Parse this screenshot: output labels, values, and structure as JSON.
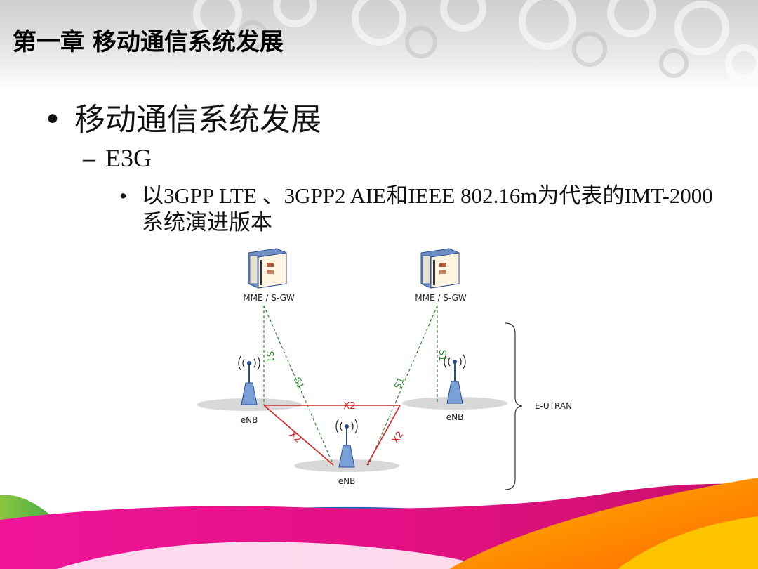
{
  "slide": {
    "title": "第一章 移动通信系统发展",
    "bullet1": "移动通信系统发展",
    "bullet1_marker": "•",
    "bullet2": "E3G",
    "bullet2_marker": "–",
    "bullet3_marker": "•",
    "bullet3": "以3GPP LTE 、3GPP2 AIE和IEEE 802.16m为代表的IMT-2000系统演进版本"
  },
  "diagram": {
    "mme_left": "MME / S-GW",
    "mme_right": "MME / S-GW",
    "enb_left": "eNB",
    "enb_right": "eNB",
    "enb_bottom": "eNB",
    "x2_top": "X2",
    "x2_left": "X2",
    "x2_right": "X2",
    "s1_left_vertical": "S1",
    "s1_left_diag": "S1",
    "s1_right_diag": "S1",
    "s1_right_vertical": "S1",
    "eutran": "E-UTRAN",
    "colors": {
      "s1": "#2e8b2e",
      "x2": "#e02020"
    }
  }
}
